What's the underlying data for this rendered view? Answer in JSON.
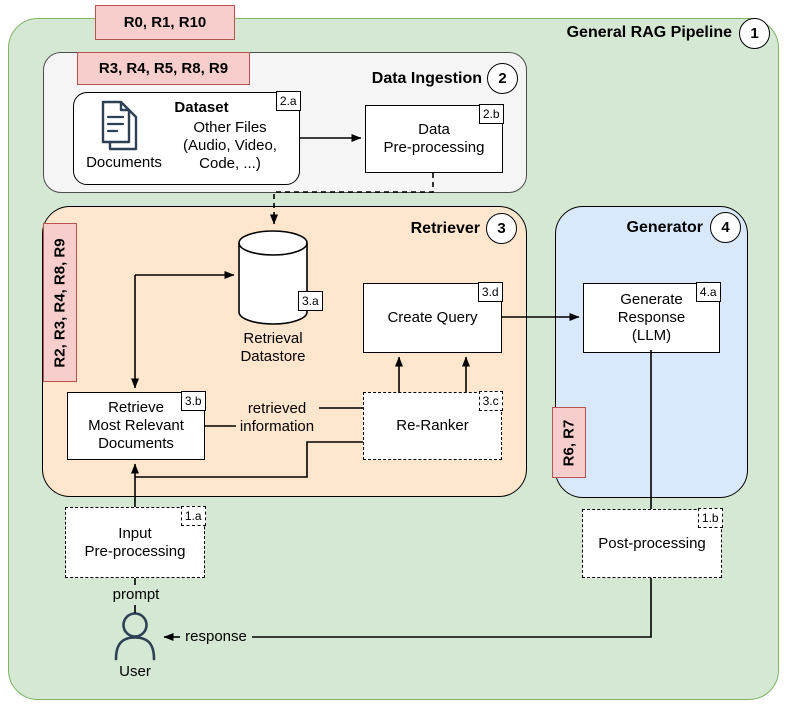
{
  "pipeline": {
    "title": "General RAG Pipeline",
    "step": "1",
    "requirements_badge": "R0, R1, R10"
  },
  "ingestion": {
    "title": "Data Ingestion",
    "step": "2",
    "requirements_badge": "R3, R4, R5, R8, R9",
    "dataset": {
      "tag": "2.a",
      "title": "Dataset",
      "other_files": "Other Files\n(Audio, Video,\nCode, ...)",
      "documents_label": "Documents"
    },
    "data_preprocessing": {
      "tag": "2.b",
      "label": "Data\nPre-processing"
    }
  },
  "retriever": {
    "title": "Retriever",
    "step": "3",
    "requirements_badge": "R2, R3, R4, R8, R9",
    "datastore": {
      "tag": "3.a",
      "label": "Retrieval\nDatastore"
    },
    "retrieve_docs": {
      "tag": "3.b",
      "label": "Retrieve\nMost Relevant\nDocuments"
    },
    "reranker": {
      "tag": "3.c",
      "label": "Re-Ranker"
    },
    "create_query": {
      "tag": "3.d",
      "label": "Create Query"
    },
    "retrieved_info": "retrieved\ninformation"
  },
  "generator": {
    "title": "Generator",
    "step": "4",
    "requirements_badge": "R6, R7",
    "generate_response": {
      "tag": "4.a",
      "label": "Generate\nResponse\n(LLM)"
    }
  },
  "io": {
    "input_preprocessing": {
      "tag": "1.a",
      "label": "Input\nPre-processing"
    },
    "post_processing": {
      "tag": "1.b",
      "label": "Post-processing"
    },
    "prompt_label": "prompt",
    "response_label": "response",
    "user_label": "User"
  },
  "colors": {
    "pipeline_fill": "#d5e8d4",
    "pipeline_border": "#82b366",
    "ingestion_fill": "#f5f5f5",
    "ingestion_border": "#4d4d4d",
    "retriever_fill": "#ffe6cc",
    "generator_fill": "#dae8fc",
    "requirement_badge_fill": "#f8cecc",
    "requirement_badge_border": "#b85450",
    "node_fill": "#ffffff",
    "line_color": "#000000",
    "icon_stroke": "#2e4053"
  }
}
